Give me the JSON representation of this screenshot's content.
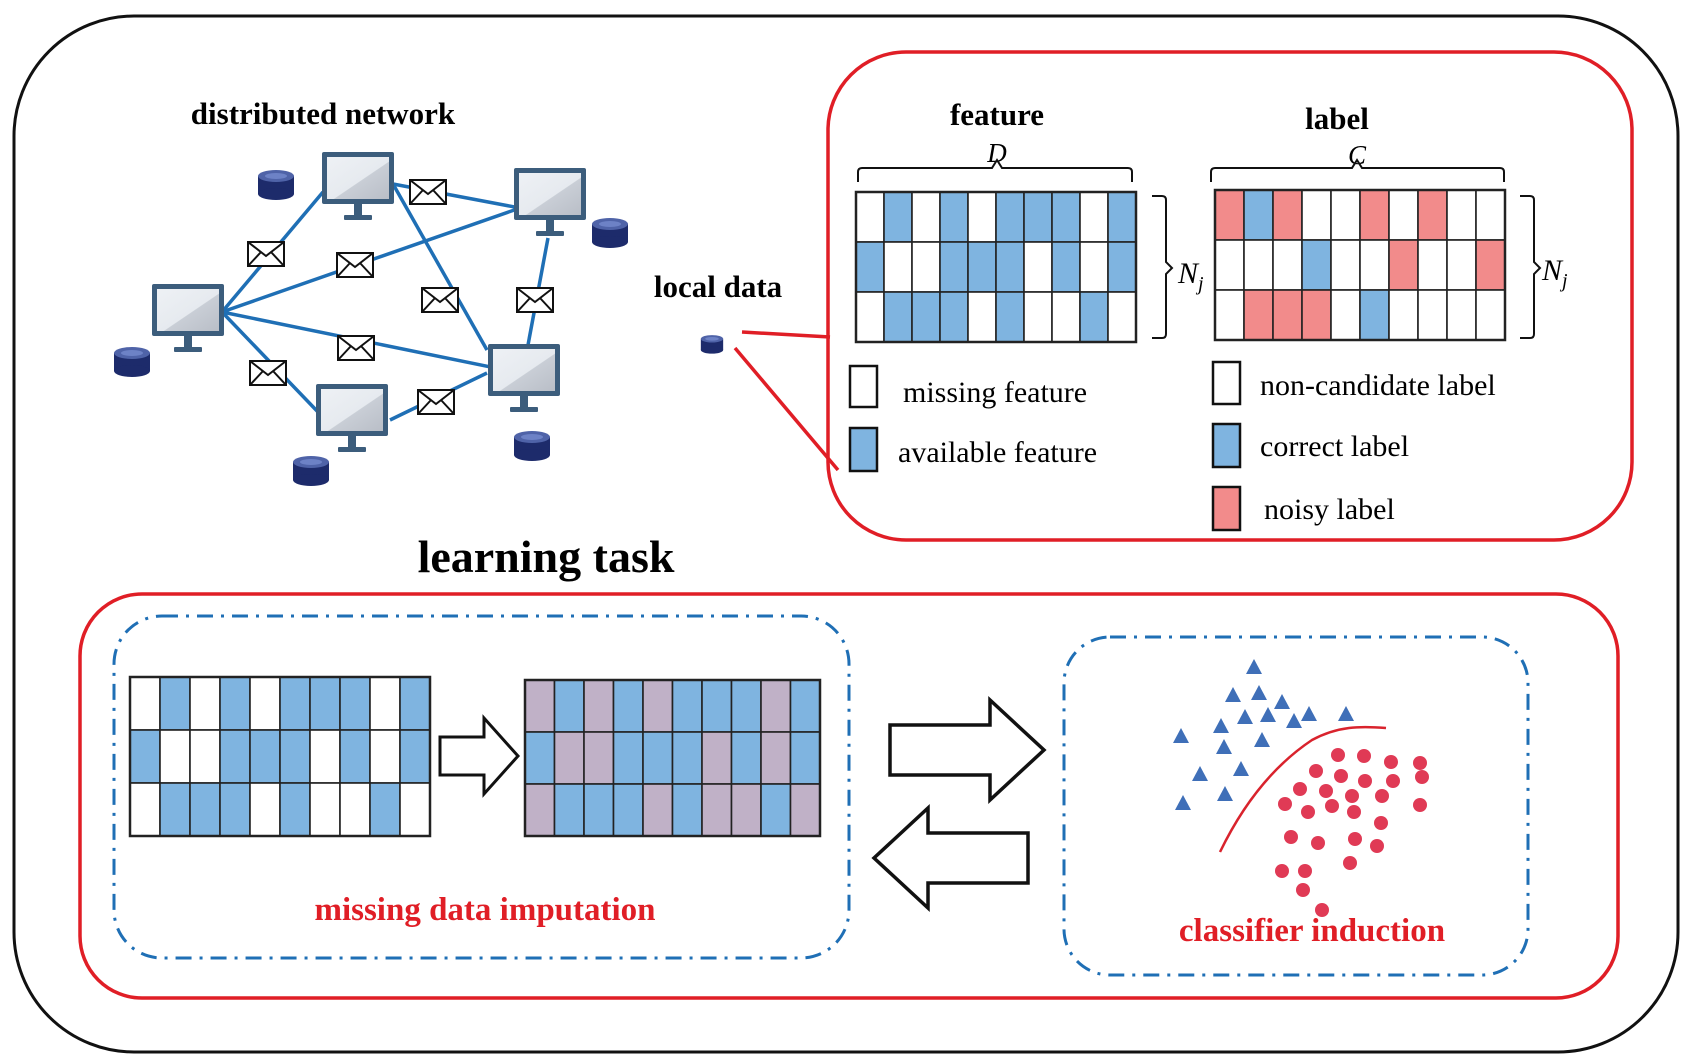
{
  "network": {
    "title": "distributed network",
    "local_data_label": "local data"
  },
  "feature": {
    "title": "feature",
    "dim_label": "D",
    "rows_label": "N",
    "rows_subscript": "j",
    "grid": [
      [
        0,
        1,
        0,
        1,
        0,
        1,
        1,
        1,
        0,
        1
      ],
      [
        1,
        0,
        0,
        1,
        1,
        1,
        0,
        1,
        0,
        1
      ],
      [
        0,
        1,
        1,
        1,
        0,
        1,
        0,
        0,
        1,
        0
      ]
    ]
  },
  "label": {
    "title": "label",
    "dim_label": "C",
    "rows_label": "N",
    "rows_subscript": "j",
    "grid": [
      [
        "n",
        "c",
        "n",
        "w",
        "w",
        "n",
        "w",
        "n",
        "w",
        "w"
      ],
      [
        "w",
        "w",
        "w",
        "c",
        "w",
        "w",
        "n",
        "w",
        "w",
        "n"
      ],
      [
        "w",
        "n",
        "n",
        "n",
        "w",
        "c",
        "w",
        "w",
        "w",
        "w"
      ]
    ]
  },
  "legend": {
    "missing_feature": "missing feature",
    "available_feature": "available feature",
    "non_candidate_label": "non-candidate label",
    "correct_label": "correct label",
    "noisy_label": "noisy label"
  },
  "learning": {
    "title": "learning task",
    "imputation_caption": "missing data imputation",
    "classifier_caption": "classifier induction",
    "input_grid": [
      [
        0,
        1,
        0,
        1,
        0,
        1,
        1,
        1,
        0,
        1
      ],
      [
        1,
        0,
        0,
        1,
        1,
        1,
        0,
        1,
        0,
        1
      ],
      [
        0,
        1,
        1,
        1,
        0,
        1,
        0,
        0,
        1,
        0
      ]
    ],
    "imputed_grid": [
      [
        2,
        1,
        2,
        1,
        2,
        1,
        1,
        1,
        2,
        1
      ],
      [
        1,
        2,
        2,
        1,
        1,
        1,
        2,
        1,
        2,
        1
      ],
      [
        2,
        1,
        1,
        1,
        2,
        1,
        2,
        2,
        1,
        2
      ]
    ]
  },
  "colors": {
    "blue": "#7fb4e0",
    "purple": "#c0b1c7",
    "red_cell": "#f28b8b",
    "frame_red": "#e01e26",
    "dash_blue": "#1f6fb5",
    "link_blue": "#1f6fb5",
    "caption_red": "#e01e26",
    "triangle": "#3f6fb8",
    "dot": "#e03a55",
    "boundary": "#d9232d"
  }
}
